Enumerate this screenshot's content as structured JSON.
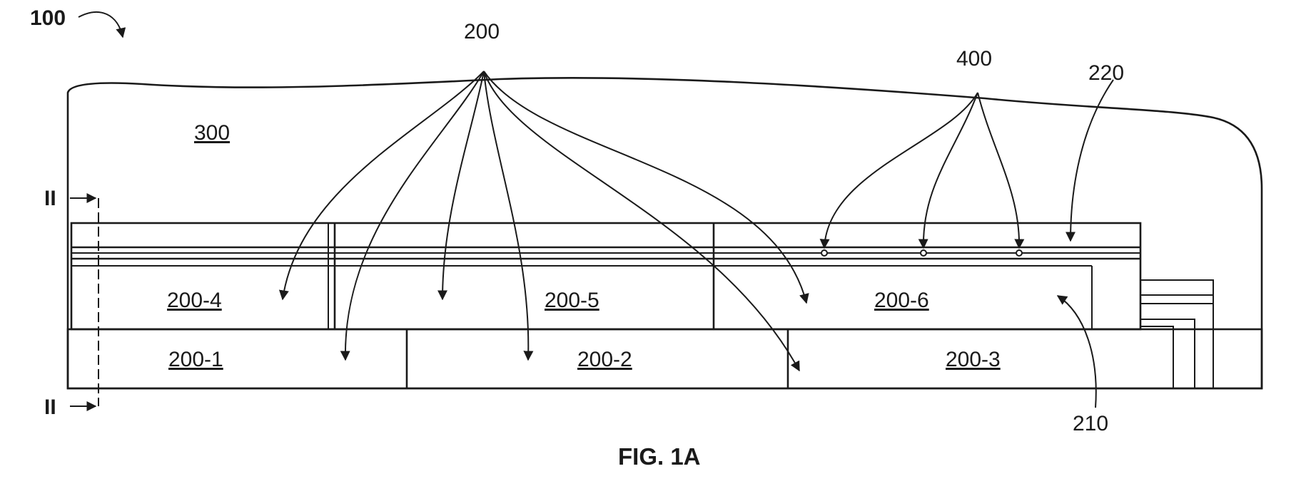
{
  "figure": {
    "caption": "FIG. 1A",
    "assembly_ref": "100",
    "group_ref": "200",
    "body_ref": "300",
    "sensor_ref": "400",
    "layer_ref": "220",
    "base_ref": "210",
    "section_top": "II",
    "section_bottom": "II",
    "cells": {
      "c4": "200-4",
      "c5": "200-5",
      "c6": "200-6",
      "c1": "200-1",
      "c2": "200-2",
      "c3": "200-3"
    }
  }
}
